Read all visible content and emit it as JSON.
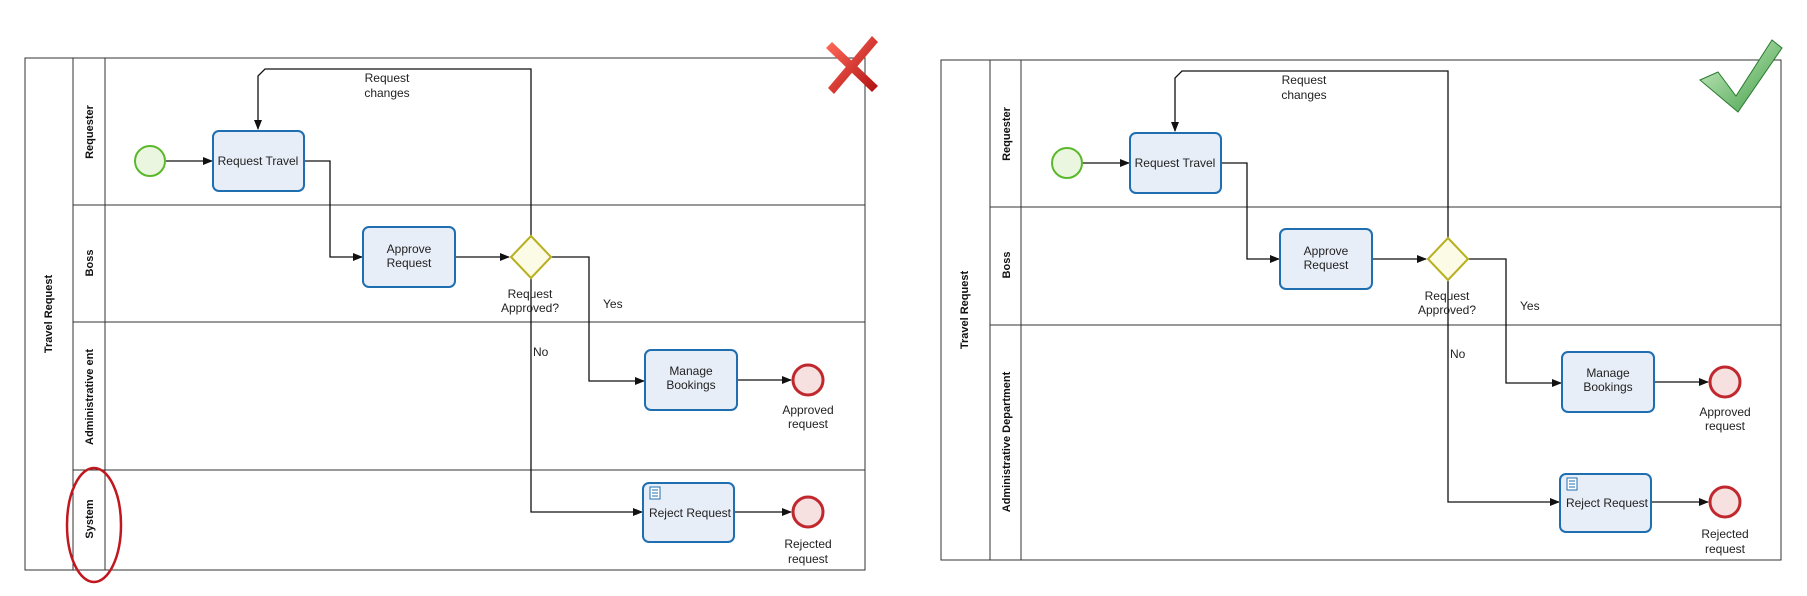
{
  "diagrams": [
    {
      "pool": "Travel Request",
      "lanes": [
        "Requester",
        "Boss",
        "Administrative ent",
        "System"
      ],
      "mark": "cross-icon",
      "tasks": {
        "request_travel": "Request Travel",
        "approve_request": [
          "Approve",
          "Request"
        ],
        "manage_bookings": [
          "Manage",
          "Bookings"
        ],
        "reject_request": "Reject Request"
      },
      "gateway_label": [
        "Request",
        "Approved?"
      ],
      "request_changes": [
        "Request",
        "changes"
      ],
      "yes": "Yes",
      "no": "No",
      "approved_end": [
        "Approved",
        "request"
      ],
      "rejected_end": [
        "Rejected",
        "request"
      ]
    },
    {
      "pool": "Travel Request",
      "lanes": [
        "Requester",
        "Boss",
        "Administrative Department"
      ],
      "mark": "checkmark-icon",
      "tasks": {
        "request_travel": "Request Travel",
        "approve_request": [
          "Approve",
          "Request"
        ],
        "manage_bookings": [
          "Manage",
          "Bookings"
        ],
        "reject_request": "Reject Request"
      },
      "gateway_label": [
        "Request",
        "Approved?"
      ],
      "request_changes": [
        "Request",
        "changes"
      ],
      "yes": "Yes",
      "no": "No",
      "approved_end": [
        "Approved",
        "request"
      ],
      "rejected_end": [
        "Rejected",
        "request"
      ]
    }
  ],
  "colors": {
    "task_border": "#1f6fb0",
    "start_event": "#5ab82a",
    "end_event": "#c0282e",
    "gateway": "#b8b020",
    "highlight_oval": "#c0181e",
    "cross": "#d8282a",
    "check": "#3aa040"
  }
}
